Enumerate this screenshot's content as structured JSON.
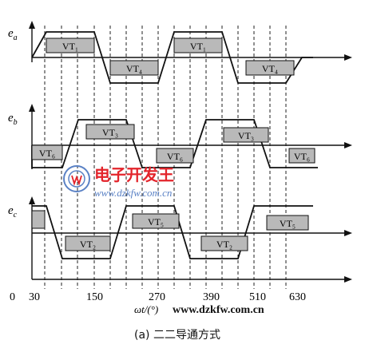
{
  "figure": {
    "caption": "(a) 二二导通方式",
    "x_axis_label": "ωt/(°)",
    "x_ticks": [
      "0",
      "30",
      "150",
      "270",
      "390",
      "510",
      "630"
    ],
    "watermark": {
      "site_name": "电子开发王",
      "url_1": "www.dzkfw.com.cn",
      "url_2": "www.dzkfw.com.cn"
    },
    "colors": {
      "ink": "#111111",
      "box_fill": "#b9b9b9",
      "watermark_red": "#e3242b",
      "watermark_blue": "#5b82c5"
    }
  },
  "waveforms": [
    {
      "label": "e",
      "subscript": "a",
      "blocks": [
        {
          "label": "VT₁"
        },
        {
          "label": "VT₄"
        },
        {
          "label": "VT₁"
        },
        {
          "label": "VT₄"
        }
      ]
    },
    {
      "label": "e",
      "subscript": "b",
      "blocks": [
        {
          "label": "VT₆"
        },
        {
          "label": "VT₃"
        },
        {
          "label": "VT₆"
        },
        {
          "label": "VT₃"
        },
        {
          "label": "VT₆"
        }
      ]
    },
    {
      "label": "e",
      "subscript": "c",
      "blocks": [
        {
          "label": ""
        },
        {
          "label": "VT₂"
        },
        {
          "label": "VT₅"
        },
        {
          "label": "VT₂"
        },
        {
          "label": "VT₅"
        }
      ]
    }
  ]
}
